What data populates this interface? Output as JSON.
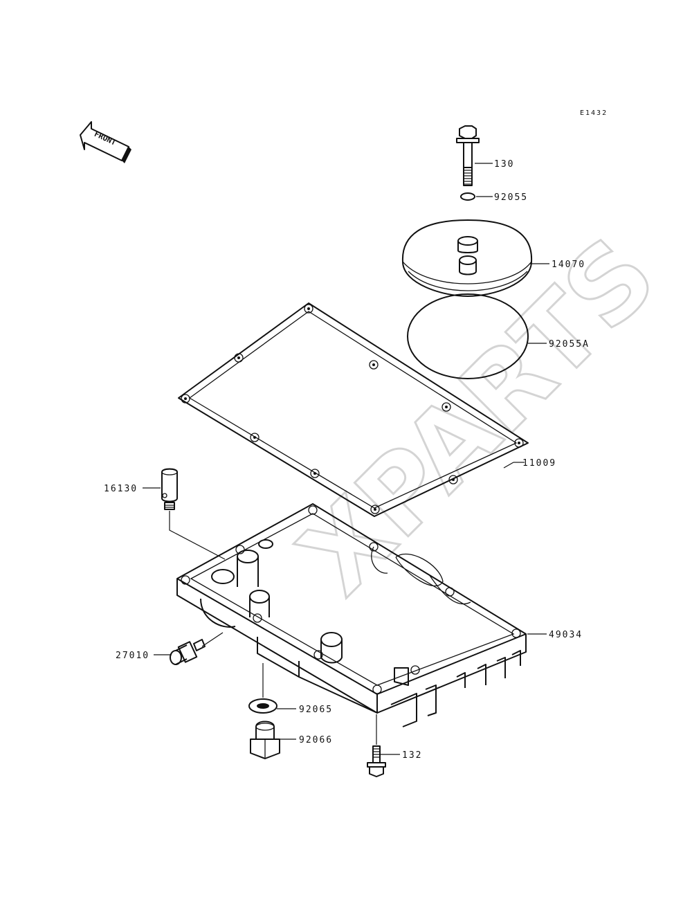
{
  "diagram_code": "E1432",
  "front_label": "FRONT",
  "watermark": "XPARTS",
  "parts": [
    {
      "number": "130"
    },
    {
      "number": "92055"
    },
    {
      "number": "14070"
    },
    {
      "number": "92055A"
    },
    {
      "number": "11009"
    },
    {
      "number": "16130"
    },
    {
      "number": "49034"
    },
    {
      "number": "27010"
    },
    {
      "number": "92065"
    },
    {
      "number": "92066"
    },
    {
      "number": "132"
    }
  ]
}
